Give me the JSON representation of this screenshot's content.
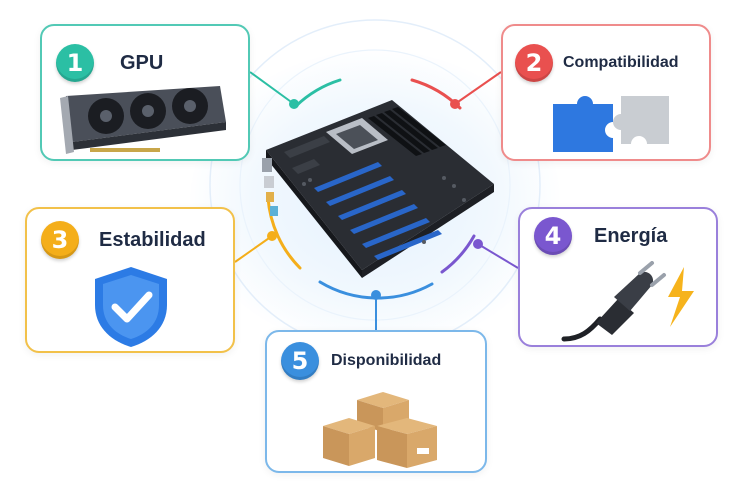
{
  "center": {
    "component": "motherboard-illustration"
  },
  "cards": [
    {
      "number": "1",
      "label": "GPU",
      "icon": "graphics-card-icon",
      "color": "#2bbfa4"
    },
    {
      "number": "2",
      "label": "Compatibilidad",
      "icon": "puzzle-pieces-icon",
      "color": "#e9504f"
    },
    {
      "number": "3",
      "label": "Estabilidad",
      "icon": "shield-check-icon",
      "color": "#f4ae1a"
    },
    {
      "number": "4",
      "label": "Energía",
      "icon": "power-plug-lightning-icon",
      "color": "#7a57cf"
    },
    {
      "number": "5",
      "label": "Disponibilidad",
      "icon": "boxes-icon",
      "color": "#3a8fde"
    }
  ]
}
